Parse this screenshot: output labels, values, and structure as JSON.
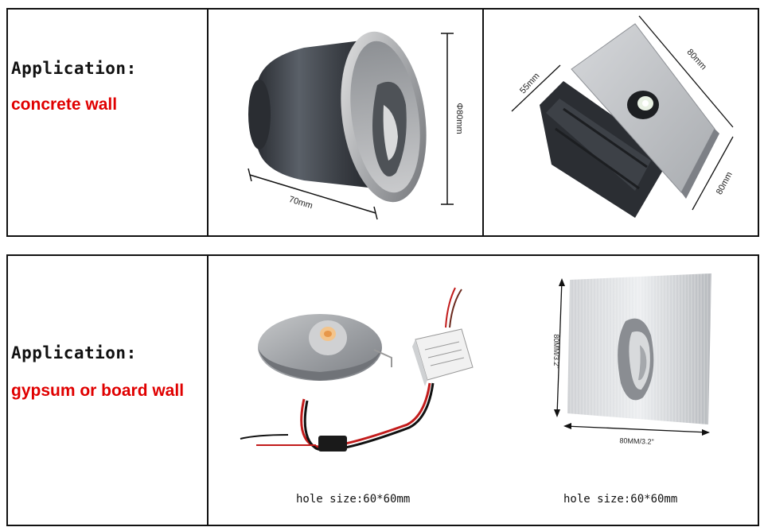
{
  "rows": [
    {
      "application_label": "Application:",
      "surface": "concrete wall",
      "product1": {
        "dim_diameter": "Φ80mm",
        "dim_length": "70mm"
      },
      "product2": {
        "dim_depth": "55mm",
        "dim_width": "80mm",
        "dim_height": "80mm"
      }
    },
    {
      "application_label": "Application:",
      "surface": "gypsum or board wall",
      "product1": {
        "hole_size": "hole size:60*60mm"
      },
      "product2": {
        "dim_vertical": "80MM/3.2\"",
        "dim_horizontal": "80MM/3.2\"",
        "hole_size": "hole size:60*60mm"
      }
    }
  ],
  "colors": {
    "label": "#111111",
    "surface": "#e00000",
    "border": "#111111"
  }
}
